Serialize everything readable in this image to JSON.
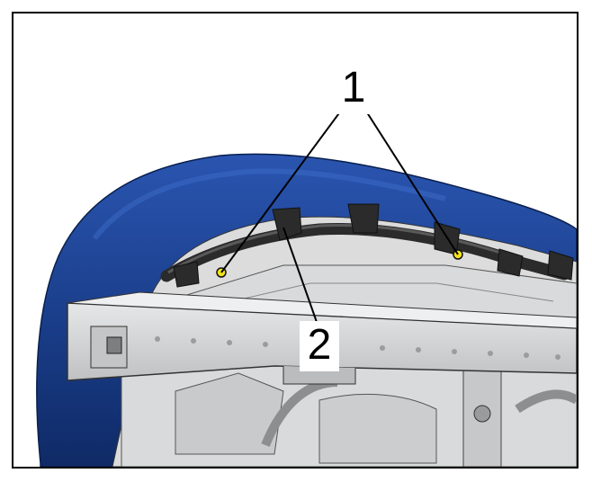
{
  "figure": {
    "callouts": [
      {
        "id": "1",
        "text": "1"
      },
      {
        "id": "2",
        "text": "2"
      }
    ],
    "colors": {
      "bumper_cover": "#1b3f8c",
      "frame_metal": "#cfd1d3",
      "bracket": "#2b2b2b",
      "fastener": "#f2e21c",
      "outline": "#000000"
    }
  }
}
